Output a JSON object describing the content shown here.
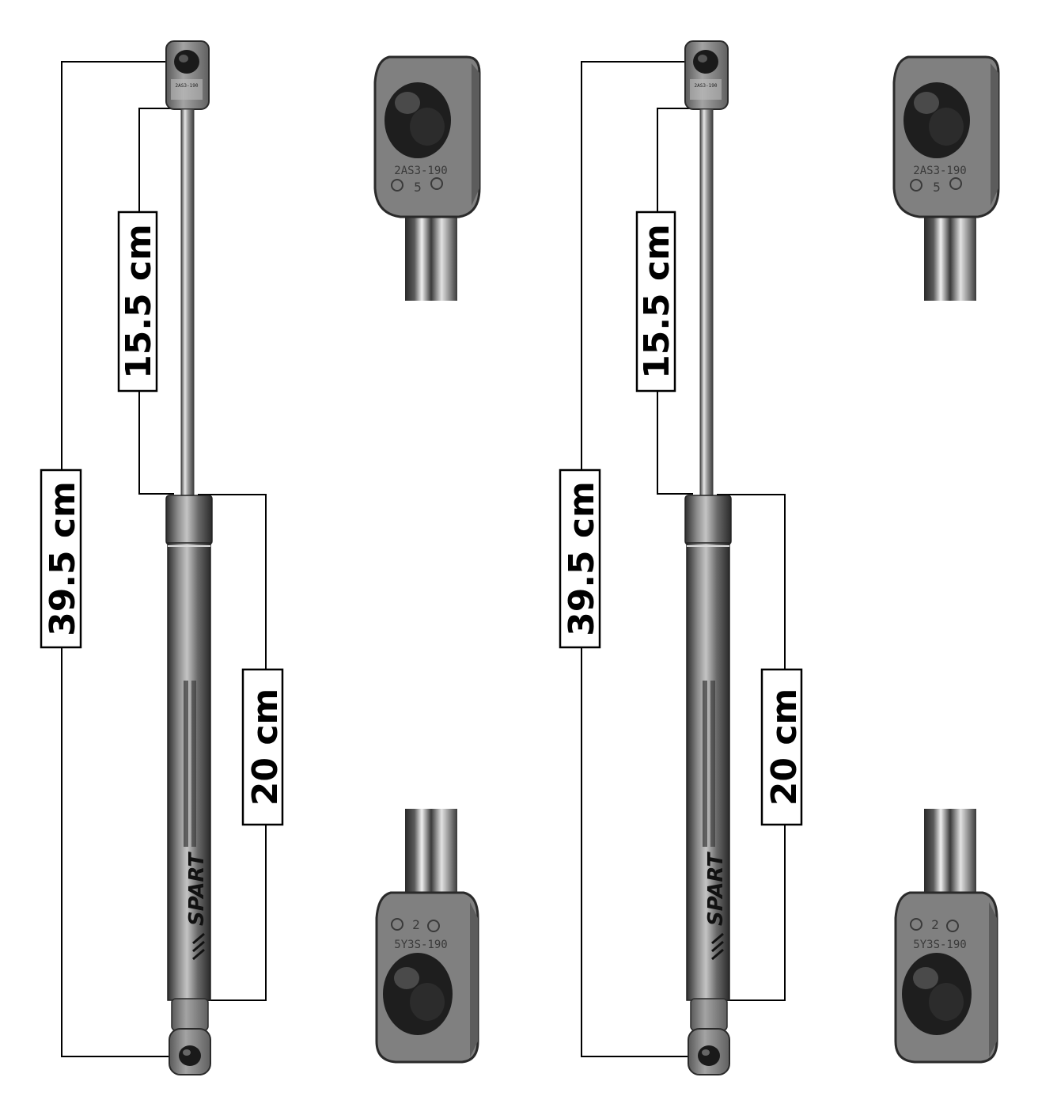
{
  "product": {
    "brand": "SPART",
    "part_code": "2AS3-190"
  },
  "strut_left": {
    "overall_length": "39.5 cm",
    "rod_length": "15.5 cm",
    "body_length": "20 cm"
  },
  "strut_right": {
    "overall_length": "39.5 cm",
    "rod_length": "15.5 cm",
    "body_length": "20 cm"
  },
  "detail_views": [
    {
      "name": "top-end-fitting-left",
      "code": "2AS3-190",
      "digit": "5"
    },
    {
      "name": "bottom-end-fitting-left",
      "code": "5Y3S-190",
      "digit": "2"
    },
    {
      "name": "top-end-fitting-right",
      "code": "2AS3-190",
      "digit": "5"
    },
    {
      "name": "bottom-end-fitting-right",
      "code": "5Y3S-190",
      "digit": "2"
    }
  ],
  "colors": {
    "dimension_line": "#000000",
    "metal_dark": "#3a3a3a",
    "metal_light": "#d8d8d8",
    "fitting": "#7b7b7b"
  }
}
